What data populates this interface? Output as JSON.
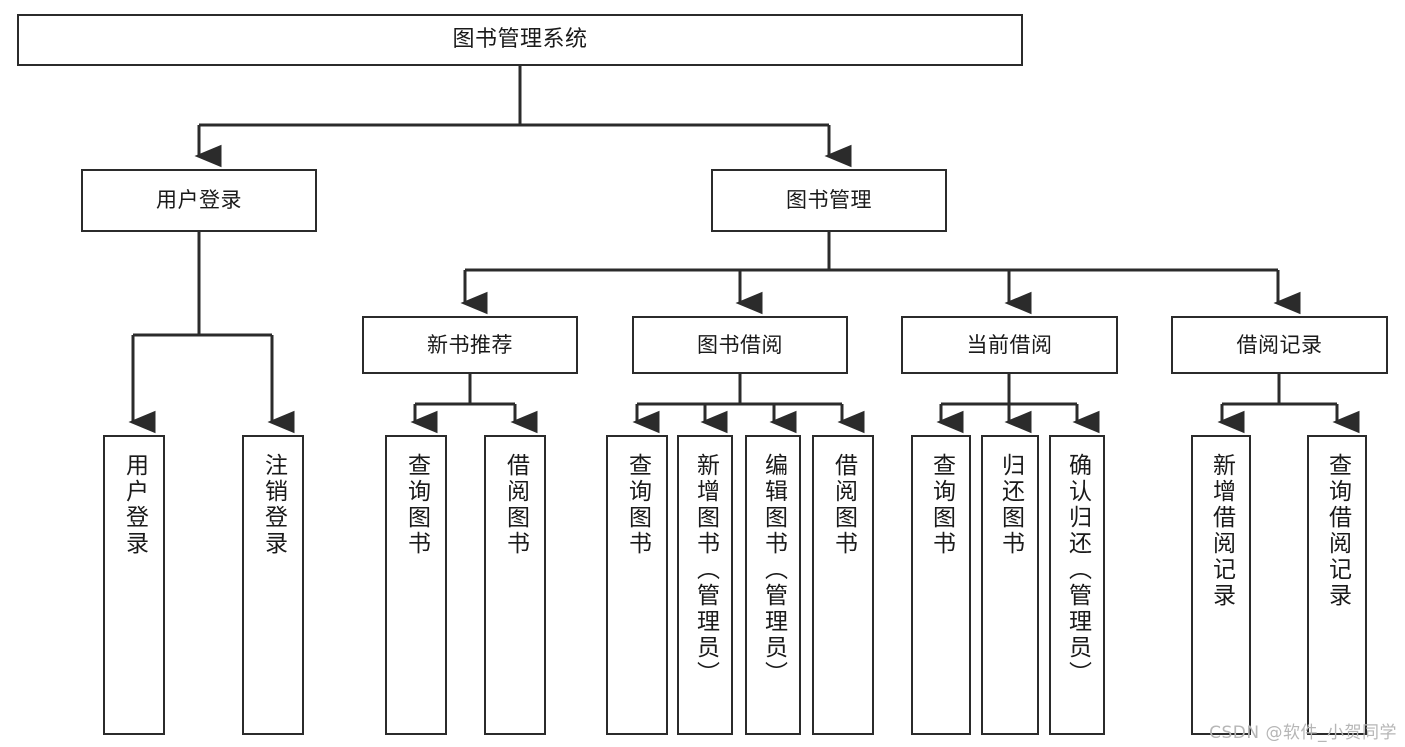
{
  "diagram": {
    "title": "图书管理系统",
    "type": "功能结构图",
    "watermark": "CSDN @软件_小贺同学",
    "stroke_color": "#2b2b2b",
    "fill_color": "#ffffff",
    "text_color": "#1a1a1a",
    "background_color": "#ffffff"
  },
  "nodes": {
    "root": {
      "label": "图书管理系统"
    },
    "level2": [
      {
        "label": "用户登录"
      },
      {
        "label": "图书管理"
      }
    ],
    "level3": [
      {
        "label": "新书推荐"
      },
      {
        "label": "图书借阅"
      },
      {
        "label": "当前借阅"
      },
      {
        "label": "借阅记录"
      }
    ],
    "leaves": {
      "user_login": [
        {
          "label": "用户登录"
        },
        {
          "label": "注销登录"
        }
      ],
      "new_book_recommend": [
        {
          "label": "查询图书"
        },
        {
          "label": "借阅图书"
        }
      ],
      "book_borrow": [
        {
          "label": "查询图书"
        },
        {
          "label": "新增图书（管理员）"
        },
        {
          "label": "编辑图书（管理员）"
        },
        {
          "label": "借阅图书"
        }
      ],
      "current_borrow": [
        {
          "label": "查询图书"
        },
        {
          "label": "归还图书"
        },
        {
          "label": "确认归还（管理员）"
        }
      ],
      "borrow_record": [
        {
          "label": "新增借阅记录"
        },
        {
          "label": "查询借阅记录"
        }
      ]
    }
  },
  "chart_data": {
    "type": "tree",
    "title": "图书管理系统",
    "root": "图书管理系统",
    "edges": [
      {
        "from": "图书管理系统",
        "to": "用户登录"
      },
      {
        "from": "图书管理系统",
        "to": "图书管理"
      },
      {
        "from": "用户登录",
        "to": "用户登录"
      },
      {
        "from": "用户登录",
        "to": "注销登录"
      },
      {
        "from": "图书管理",
        "to": "新书推荐"
      },
      {
        "from": "图书管理",
        "to": "图书借阅"
      },
      {
        "from": "图书管理",
        "to": "当前借阅"
      },
      {
        "from": "图书管理",
        "to": "借阅记录"
      },
      {
        "from": "新书推荐",
        "to": "查询图书"
      },
      {
        "from": "新书推荐",
        "to": "借阅图书"
      },
      {
        "from": "图书借阅",
        "to": "查询图书"
      },
      {
        "from": "图书借阅",
        "to": "新增图书（管理员）"
      },
      {
        "from": "图书借阅",
        "to": "编辑图书（管理员）"
      },
      {
        "from": "图书借阅",
        "to": "借阅图书"
      },
      {
        "from": "当前借阅",
        "to": "查询图书"
      },
      {
        "from": "当前借阅",
        "to": "归还图书"
      },
      {
        "from": "当前借阅",
        "to": "确认归还（管理员）"
      },
      {
        "from": "借阅记录",
        "to": "新增借阅记录"
      },
      {
        "from": "借阅记录",
        "to": "查询借阅记录"
      }
    ],
    "levels": 4
  }
}
